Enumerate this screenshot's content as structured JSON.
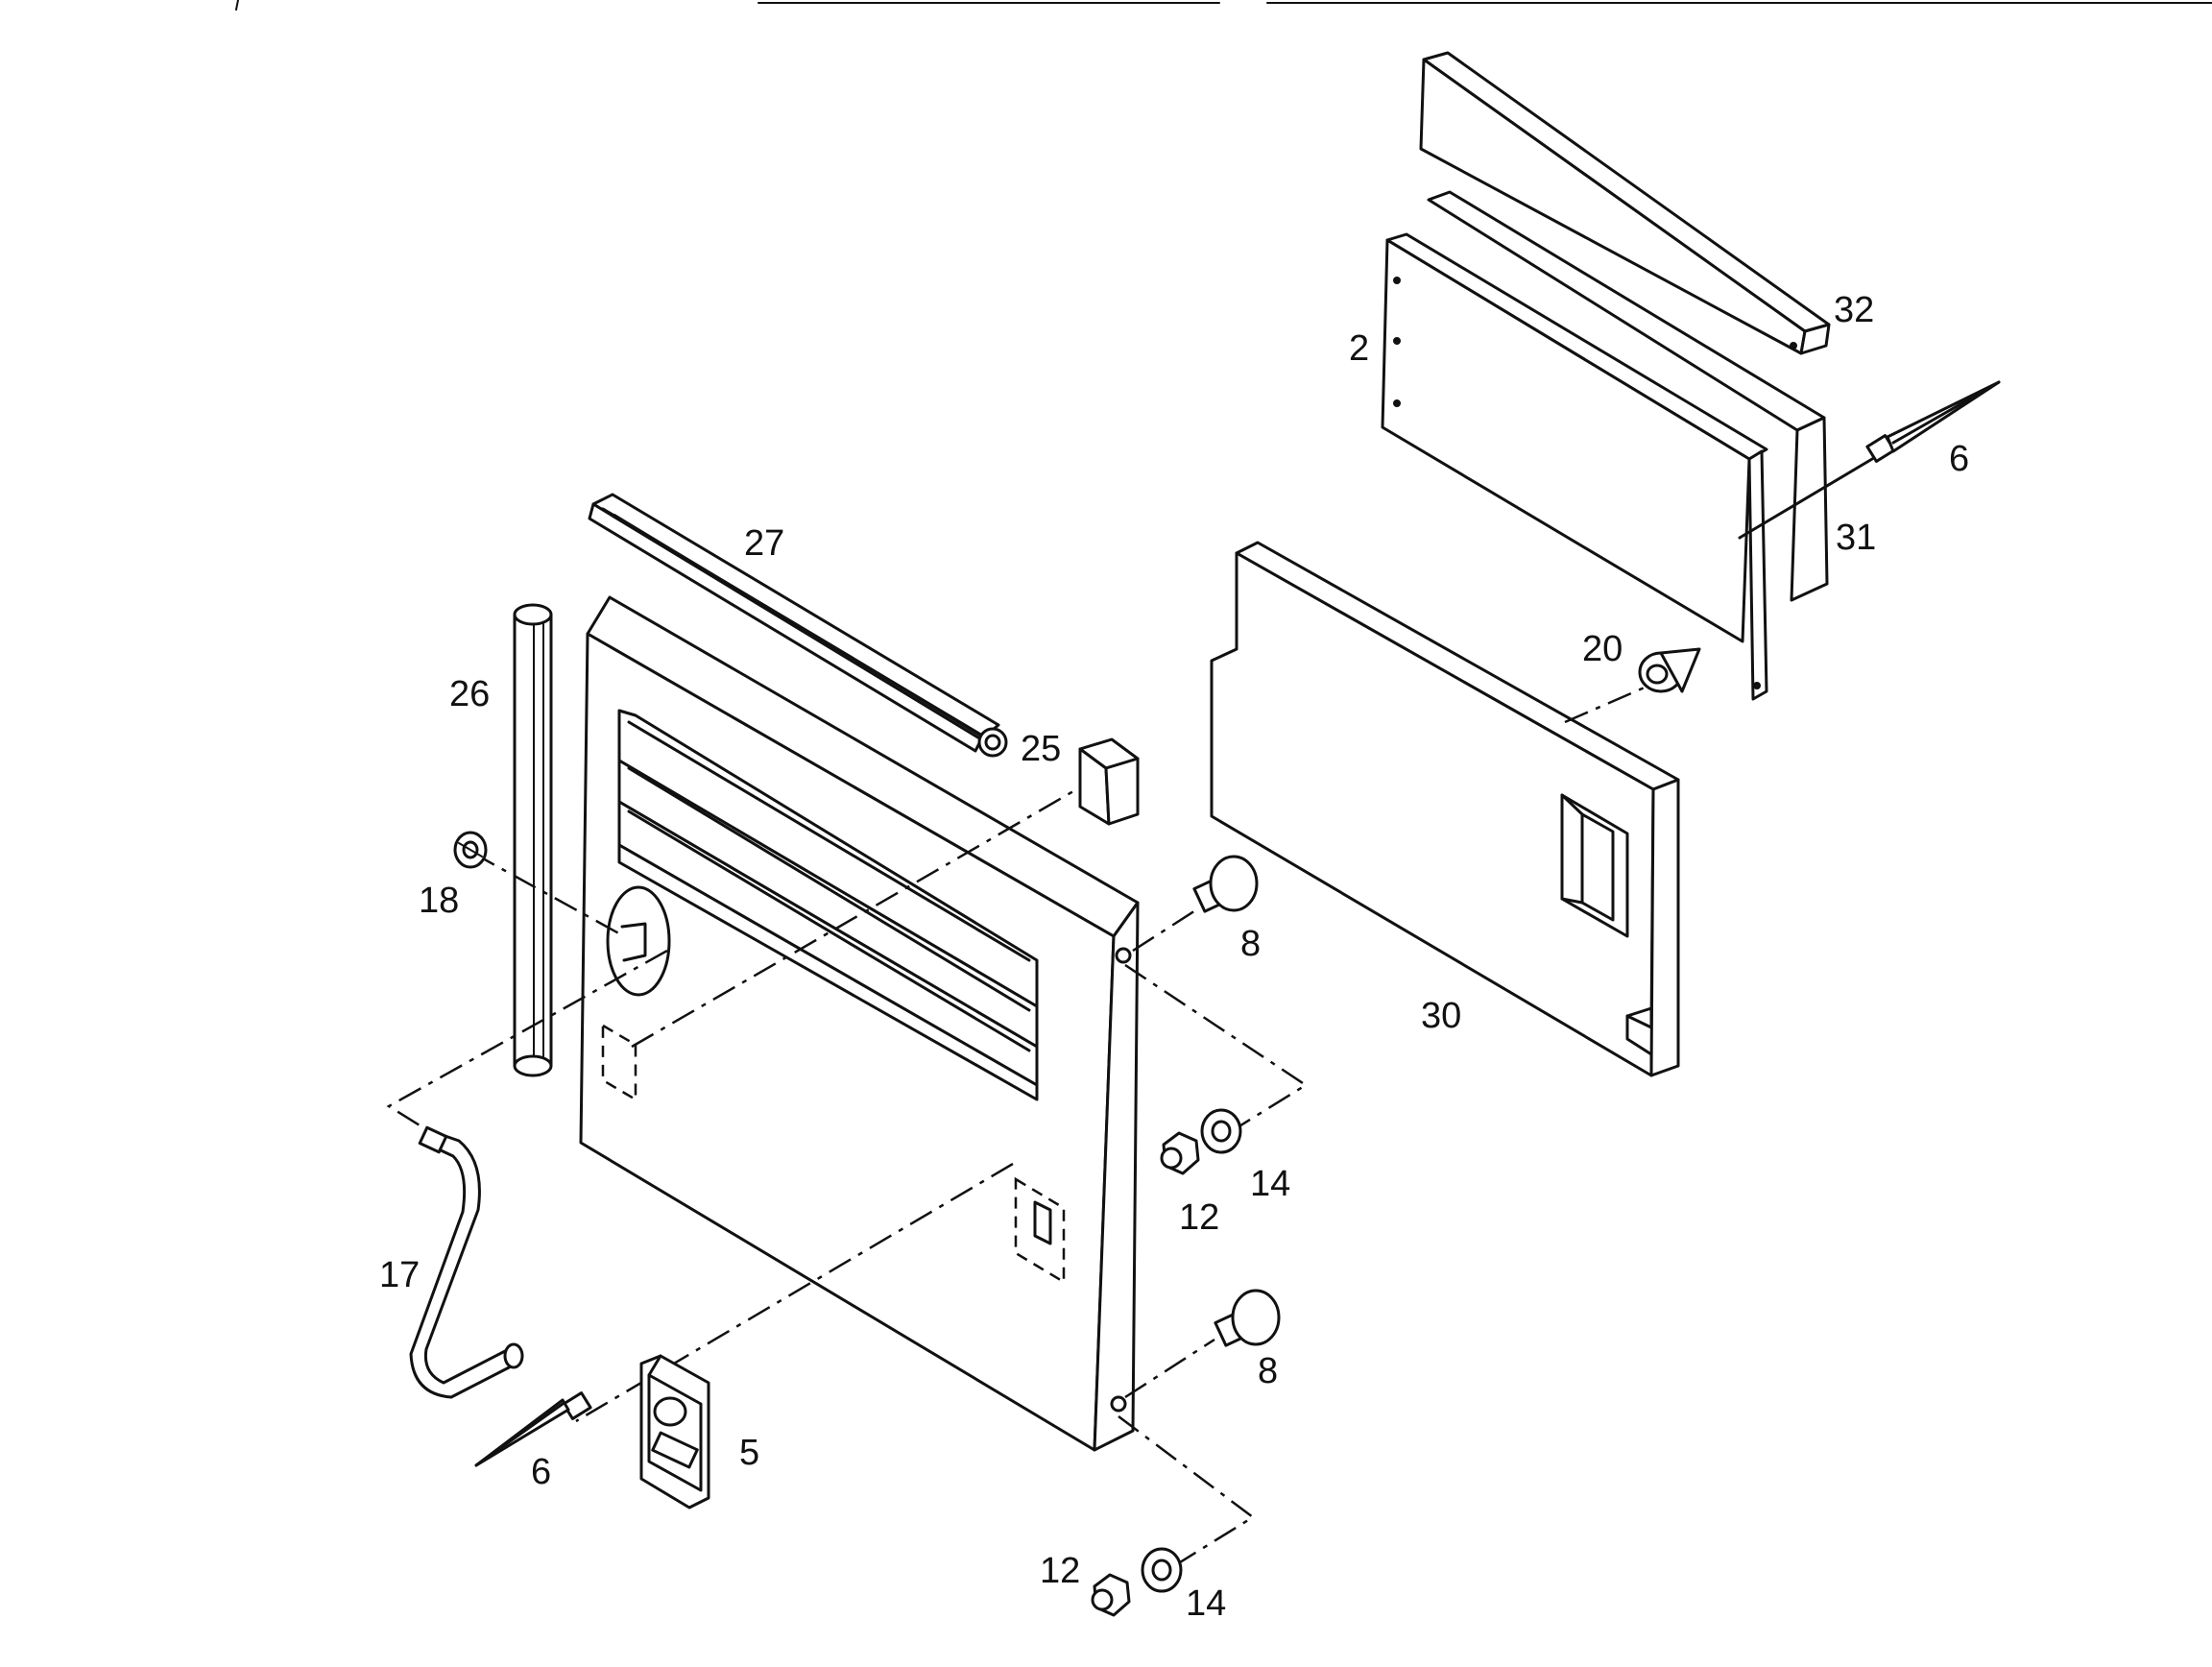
{
  "diagram": {
    "kind": "exploded-parts-view",
    "callouts": [
      {
        "id": "lbl-32",
        "text": "32"
      },
      {
        "id": "lbl-2",
        "text": "2"
      },
      {
        "id": "lbl-6a",
        "text": "6"
      },
      {
        "id": "lbl-31",
        "text": "31"
      },
      {
        "id": "lbl-27",
        "text": "27"
      },
      {
        "id": "lbl-26",
        "text": "26"
      },
      {
        "id": "lbl-20",
        "text": "20"
      },
      {
        "id": "lbl-25",
        "text": "25"
      },
      {
        "id": "lbl-18",
        "text": "18"
      },
      {
        "id": "lbl-8a",
        "text": "8"
      },
      {
        "id": "lbl-30",
        "text": "30"
      },
      {
        "id": "lbl-14a",
        "text": "14"
      },
      {
        "id": "lbl-12a",
        "text": "12"
      },
      {
        "id": "lbl-17",
        "text": "17"
      },
      {
        "id": "lbl-8b",
        "text": "8"
      },
      {
        "id": "lbl-5",
        "text": "5"
      },
      {
        "id": "lbl-6b",
        "text": "6"
      },
      {
        "id": "lbl-12b",
        "text": "12"
      },
      {
        "id": "lbl-14b",
        "text": "14"
      }
    ]
  }
}
